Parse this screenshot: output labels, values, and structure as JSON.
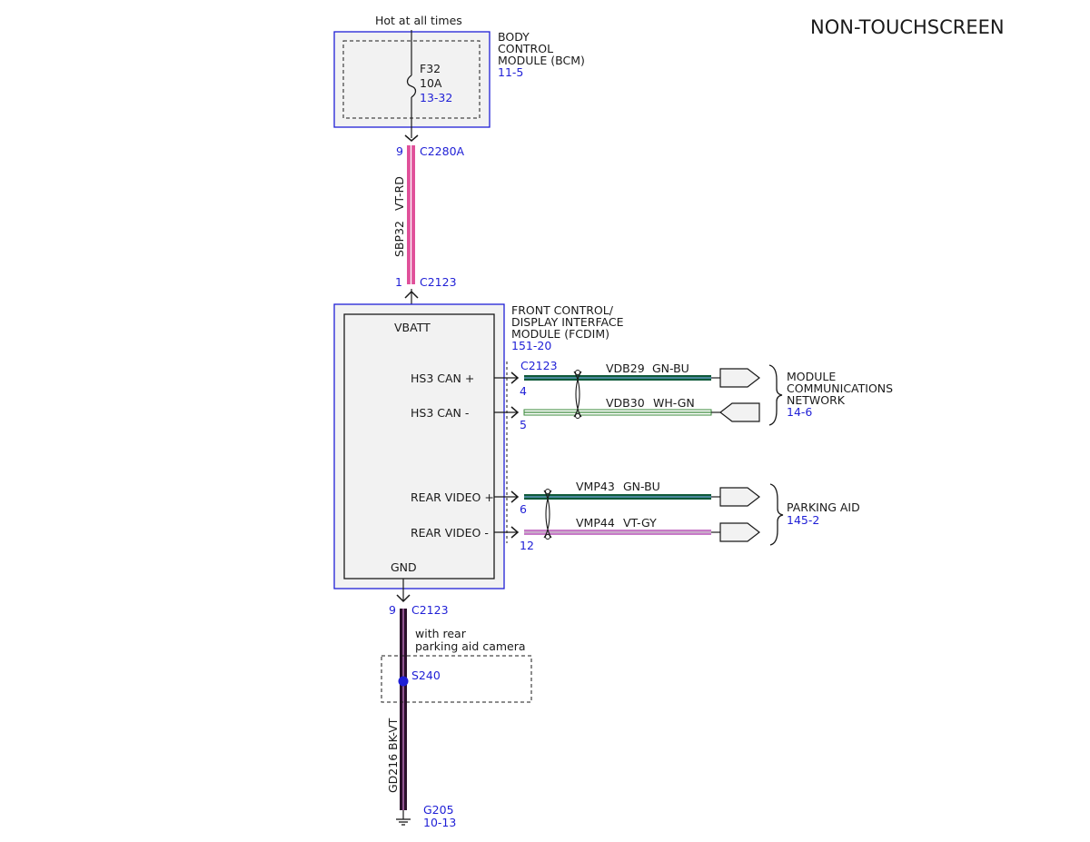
{
  "title": "NON-TOUCHSCREEN",
  "power_label": "Hot at all times",
  "bcm": {
    "name_lines": [
      "BODY",
      "CONTROL",
      "MODULE (BCM)"
    ],
    "ref": "11-5",
    "fuse_name": "F32",
    "fuse_rating": "10A",
    "fuse_ref": "13-32"
  },
  "connectors": {
    "c2280a_pin": "9",
    "c2280a_name": "C2280A",
    "c2123_top_pin": "1",
    "c2123_top_name": "C2123",
    "c2123_signals_name": "C2123",
    "c2123_gnd_pin": "9",
    "c2123_gnd_name": "C2123"
  },
  "wires": {
    "power_circuit": "SBP32",
    "power_color": "VT-RD",
    "ground_circuit": "GD216",
    "ground_color": "BK-VT"
  },
  "fcdim": {
    "name_lines": [
      "FRONT CONTROL/",
      "DISPLAY INTERFACE",
      "MODULE (FCDIM)"
    ],
    "ref": "151-20",
    "vbatt_label": "VBATT",
    "gnd_label": "GND"
  },
  "signals": [
    {
      "label": "HS3 CAN +",
      "pin": "4",
      "circuit": "VDB29",
      "color": "GN-BU"
    },
    {
      "label": "HS3 CAN -",
      "pin": "5",
      "circuit": "VDB30",
      "color": "WH-GN"
    },
    {
      "label": "REAR VIDEO +",
      "pin": "6",
      "circuit": "VMP43",
      "color": "GN-BU"
    },
    {
      "label": "REAR VIDEO -",
      "pin": "12",
      "circuit": "VMP44",
      "color": "VT-GY"
    }
  ],
  "destinations": {
    "network_lines": [
      "MODULE",
      "COMMUNICATIONS",
      "NETWORK"
    ],
    "network_ref": "14-6",
    "parking_name": "PARKING AID",
    "parking_ref": "145-2"
  },
  "option_note_lines": [
    "with rear",
    "parking aid camera"
  ],
  "splice": {
    "name": "S240"
  },
  "ground": {
    "name": "G205",
    "ref": "10-13"
  },
  "colors": {
    "module_border": "#1f1fd6",
    "reference_text": "#1f1fd6",
    "module_fill": "#f2f2f2",
    "wire_vt_rd": "#e0509a",
    "wire_gn_bu": "#0f5a3a",
    "wire_wh_gn": "#3a8a3a",
    "wire_vt_gy": "#c77ac7",
    "wire_bk_vt": "#2a0f2a"
  },
  "icons": [
    "fuse-icon",
    "splice-dot-icon",
    "ground-symbol-icon",
    "connector-arrow-icon",
    "twisted-pair-icon",
    "brace-icon"
  ]
}
